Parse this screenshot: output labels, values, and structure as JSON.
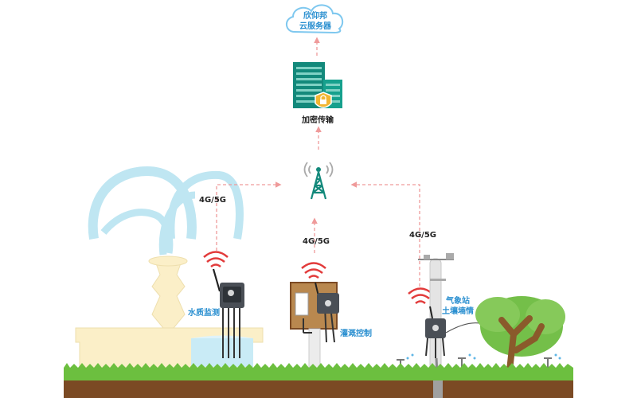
{
  "cloud": {
    "line1": "欣仰邦",
    "line2": "云服务器"
  },
  "encryption": {
    "label": "加密传输"
  },
  "links": {
    "left": "4G/5G",
    "middle": "4G/5G",
    "right": "4G/5G"
  },
  "devices": {
    "water": {
      "label": "水质监测"
    },
    "irrigation": {
      "label": "灌溉控制"
    },
    "weather": {
      "line1": "气象站",
      "line2": "土壤墒情"
    }
  },
  "colors": {
    "accent_teal": "#13897b",
    "fountain_blue": "#bfe6f2",
    "signal_red": "#e23b3b",
    "arrow_pink": "#ef9a9a",
    "grass": "#6cbf3f",
    "soil": "#7b4a24",
    "label_blue": "#2a8fd0"
  },
  "icons": [
    "cloud-icon",
    "server-buildings-icon",
    "lock-icon",
    "cell-tower-icon",
    "wifi-signal-icon",
    "sensor-device-icon",
    "tree-icon",
    "sprinkler-icon"
  ]
}
